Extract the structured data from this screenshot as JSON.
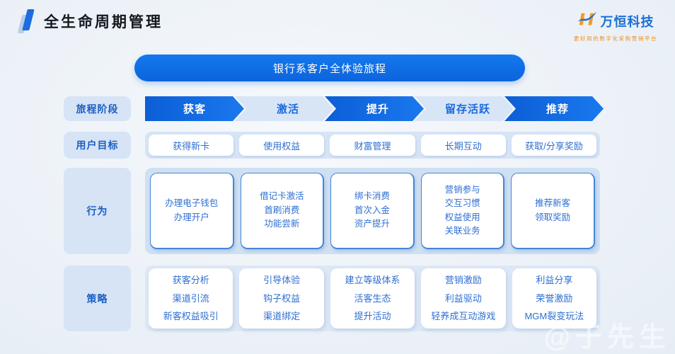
{
  "page": {
    "title": "全生命周期管理"
  },
  "brand": {
    "name": "万恒科技",
    "tagline": "更好用的数字化采购营销平台",
    "logo_icon": "wanheng-h-swoosh-logo",
    "blue": "#1b6fd6",
    "orange": "#f59a23"
  },
  "banner": {
    "text": "银行系客户全体验旅程"
  },
  "journey": {
    "row_labels": [
      "旅程阶段",
      "用户目标",
      "行为",
      "策略"
    ],
    "stages": [
      {
        "label": "获客",
        "solid": true
      },
      {
        "label": "激活",
        "solid": false
      },
      {
        "label": "提升",
        "solid": true
      },
      {
        "label": "留存活跃",
        "solid": false
      },
      {
        "label": "推荐",
        "solid": true
      }
    ],
    "goals": [
      "获得新卡",
      "使用权益",
      "财富管理",
      "长期互动",
      "获取/分享奖励"
    ],
    "behaviors": [
      [
        "办理电子钱包",
        "办理开户"
      ],
      [
        "借记卡激活",
        "首刷消费",
        "功能尝新"
      ],
      [
        "绑卡消费",
        "首次入金",
        "资产提升"
      ],
      [
        "营销参与",
        "交互习惯",
        "权益使用",
        "关联业务"
      ],
      [
        "推荐新客",
        "领取奖励"
      ]
    ],
    "strategies": [
      [
        "获客分析",
        "渠道引流",
        "新客权益吸引"
      ],
      [
        "引导体验",
        "钩子权益",
        "渠道绑定"
      ],
      [
        "建立等级体系",
        "活客生态",
        "提升活动"
      ],
      [
        "营销激励",
        "利益驱动",
        "轻养成互动游戏"
      ],
      [
        "利益分享",
        "荣誉激励",
        "MGM裂变玩法"
      ]
    ]
  },
  "watermark": {
    "text": "@于先生"
  },
  "colors": {
    "background": "#edf2f8",
    "accent_blue": "#0e6ce4",
    "label_bg": "#d7e4f6",
    "label_text": "#1c5ec2",
    "card_text": "#2f6fd0",
    "arrow_light_bg": "#d8e5f6",
    "behavior_border": "#4486da"
  }
}
